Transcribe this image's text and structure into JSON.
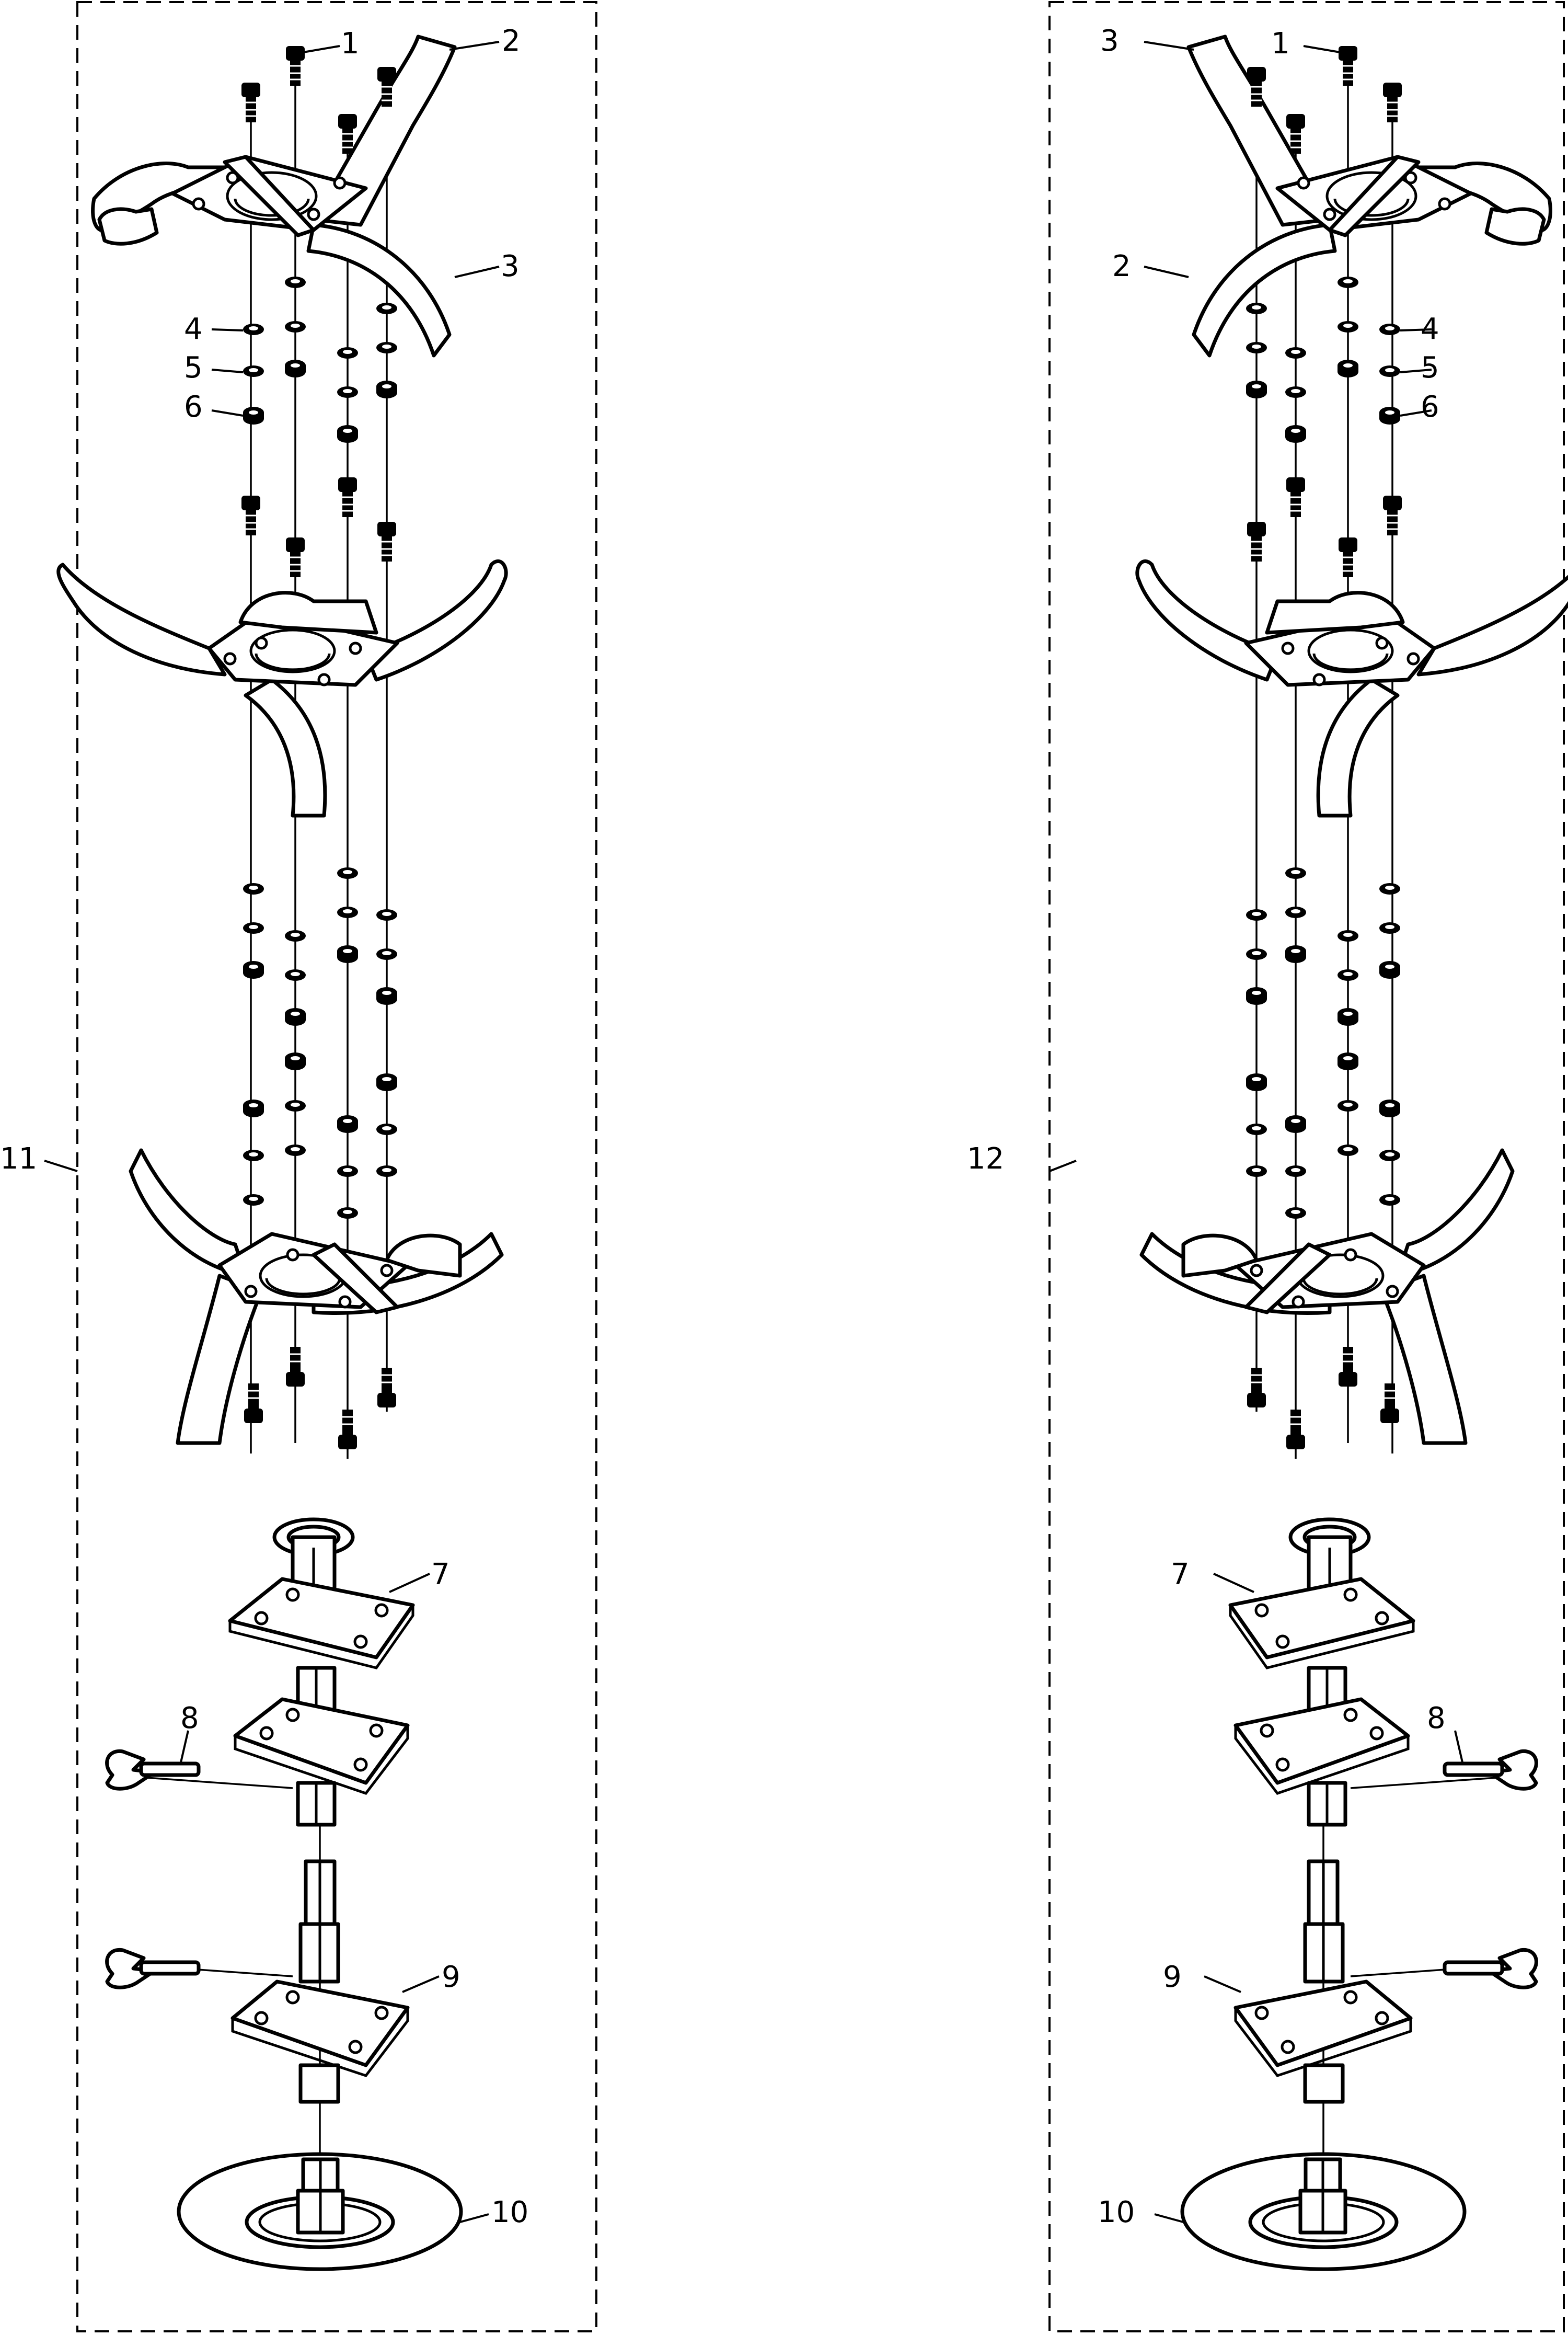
{
  "diagram": {
    "kits": [
      {
        "id": "left-kit",
        "label": "11"
      },
      {
        "id": "right-kit",
        "label": "12"
      }
    ],
    "callouts": {
      "left": [
        "1",
        "2",
        "3",
        "4",
        "5",
        "6",
        "7",
        "8",
        "9",
        "10"
      ],
      "right": [
        "1",
        "2",
        "3",
        "4",
        "5",
        "6",
        "7",
        "8",
        "9",
        "10"
      ]
    }
  }
}
